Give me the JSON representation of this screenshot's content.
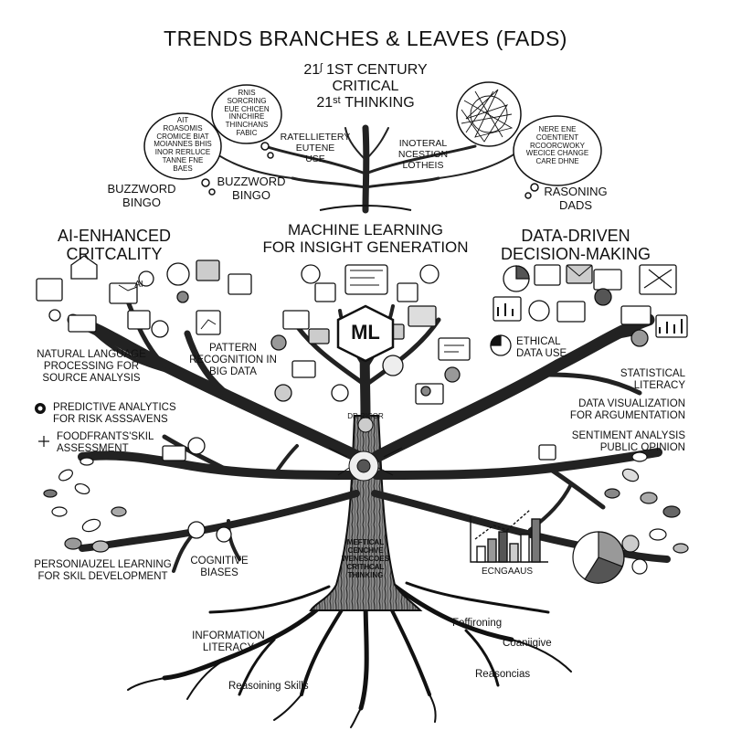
{
  "title": "TRENDS BRANCHES & LEAVES (FADS)",
  "crown": {
    "top_title": "21ᶴ 1ST CENTURY\nCRITICAL\n21ˢᵗ THINKING",
    "bubbles": [
      "AIT\nROASOMIS\nCROMICE BIAT\nMOIANNES BHIS\nINOR RERLUCE\nTANNE FNE\nBAES",
      "RNIS\nSORCRING\nEUE CHICEN\nINNCHIRE\nTHINCHANS\nFABIC",
      "NERE ENE\nCOENTIENT\nRCOORCWOKY\nWECICE CHANGE\nCARE DHNE"
    ],
    "labels": {
      "buzzword_left": "BUZZWORD\nBINGO",
      "buzzword_mid": "BUZZWORD\nBINGO",
      "intellectual": "RATELLIETERY\nEUTENE\nUSE",
      "inoteral": "INOTERAL\nNCESTION\nLOTHEIS",
      "reasoning_dads": "RASONING\nDADS"
    }
  },
  "main_headings": {
    "left": "AI-ENHANCED\nCRITCALITY",
    "center": "MACHINE LEARNING\nFOR INSIGHT GENERATION",
    "right": "DATA-DRIVEN\nDECISION-MAKING"
  },
  "ml_badge": "ML",
  "left_branches": [
    "NATURAL LANGUAGE\nPROCESSING FOR\nSOURCE ANALYSIS",
    "PATTERN\nRECOGNITION IN\nBIG DATA",
    "PREDICTIVE ANALYTICS\nFOR RISK ASSSAVENS",
    "FOODFRANTS'SKIL\nASSESSMENT",
    "PERSONIAUZEL LEARNING\nFOR SKIL DEVELOPMENT",
    "COGNITIVE\nBIASES"
  ],
  "right_branches": [
    "ETHICAL\nDATA USE",
    "STATISTICAL\nLITERACY",
    "DATA VISUALIZATION\nFOR ARGUMENTATION",
    "SENTIMENT ANALYSIS\nPUBLIC OPINION",
    "ECNGAAUS"
  ],
  "trunk": {
    "canopy_label": "DR RICOR",
    "text": "MEFTICAL\nCENCHVE\nWENESCOES\nCRITHCAL\nTHINKING"
  },
  "icons": {
    "ai_chip": "AI"
  },
  "roots": [
    "INFORMATION\nLITERACY",
    "Reasoining Skills",
    "Feffironing",
    "Coaniigive",
    "Reasoncias"
  ],
  "colors": {
    "ink": "#111111",
    "paper": "#ffffff",
    "trunk_shade": "#555555"
  }
}
